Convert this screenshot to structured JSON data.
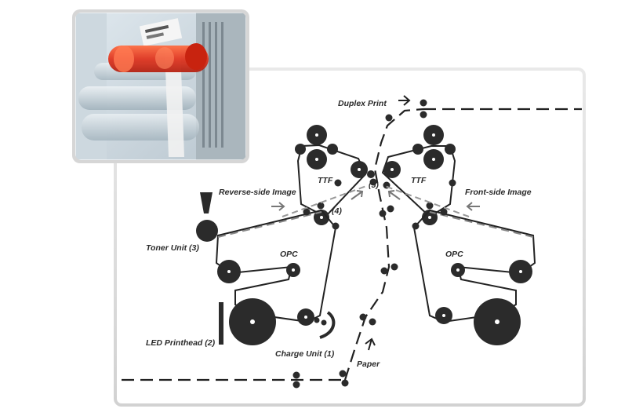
{
  "labels": {
    "duplex_print": "Duplex Print",
    "ttf_left": "TTF",
    "ttf_right": "TTF",
    "marker_5": "(5)",
    "marker_4": "(4)",
    "reverse_side_image": "Reverse-side Image",
    "front_side_image": "Front-side Image",
    "toner_unit": "Toner Unit (3)",
    "opc_left": "OPC",
    "opc_right": "OPC",
    "led_printhead": "LED Printhead (2)",
    "charge_unit": "Charge Unit (1)",
    "paper": "Paper"
  },
  "photo": {
    "description_icon": "printer-interior-photo"
  },
  "colors": {
    "roller": "#2b2b2b",
    "belt": "#222222",
    "frame": "#cfcfcf",
    "arrow_gray": "#777777",
    "photo_red": "#e03a1a"
  }
}
